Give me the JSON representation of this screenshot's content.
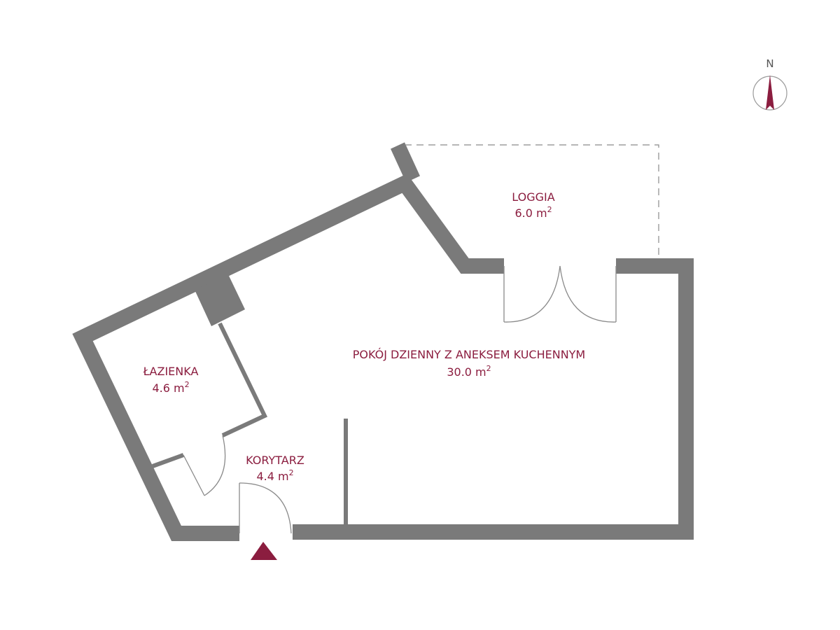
{
  "colors": {
    "wall": "#7a7a7a",
    "text": "#8b1d3f",
    "entrance": "#8b1d3f",
    "thin_line": "#8a8a8a",
    "background": "#ffffff"
  },
  "compass": {
    "letter": "N",
    "icon": "compass-north-arrow"
  },
  "rooms": {
    "loggia": {
      "name": "LOGGIA",
      "area": "6.0 m",
      "unit_sup": "2"
    },
    "living": {
      "name": "POKÓJ DZIENNY Z ANEKSEM KUCHENNYM",
      "area": "30.0 m",
      "unit_sup": "2"
    },
    "bathroom": {
      "name": "ŁAZIENKA",
      "area": "4.6 m",
      "unit_sup": "2"
    },
    "corridor": {
      "name": "KORYTARZ",
      "area": "4.4 m",
      "unit_sup": "2"
    }
  },
  "entrance": {
    "icon": "entrance-triangle-icon"
  }
}
